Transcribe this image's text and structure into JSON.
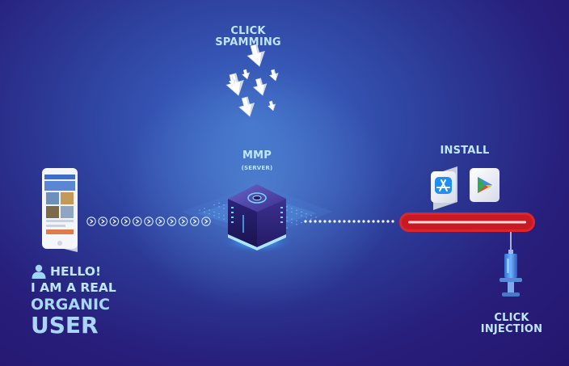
{
  "labels": {
    "click_spamming": "CLICK SPAMMING",
    "mmp": "MMP",
    "mmp_sub": "(SERVER)",
    "install": "INSTALL",
    "click_injection": "CLICK INJECTION"
  },
  "user": {
    "line1": "HELLO!",
    "line2": "I AM A REAL",
    "line3": "ORGANIC",
    "line4": "USER"
  },
  "icons": [
    "smartphone-icon",
    "user-icon",
    "cursor-icon",
    "server-cube-icon",
    "app-store-icon",
    "google-play-icon",
    "syringe-icon"
  ],
  "colors": {
    "label": "#bfe6ff",
    "install_bar": "#e0242c",
    "cube_glow": "#4fc8ff"
  }
}
